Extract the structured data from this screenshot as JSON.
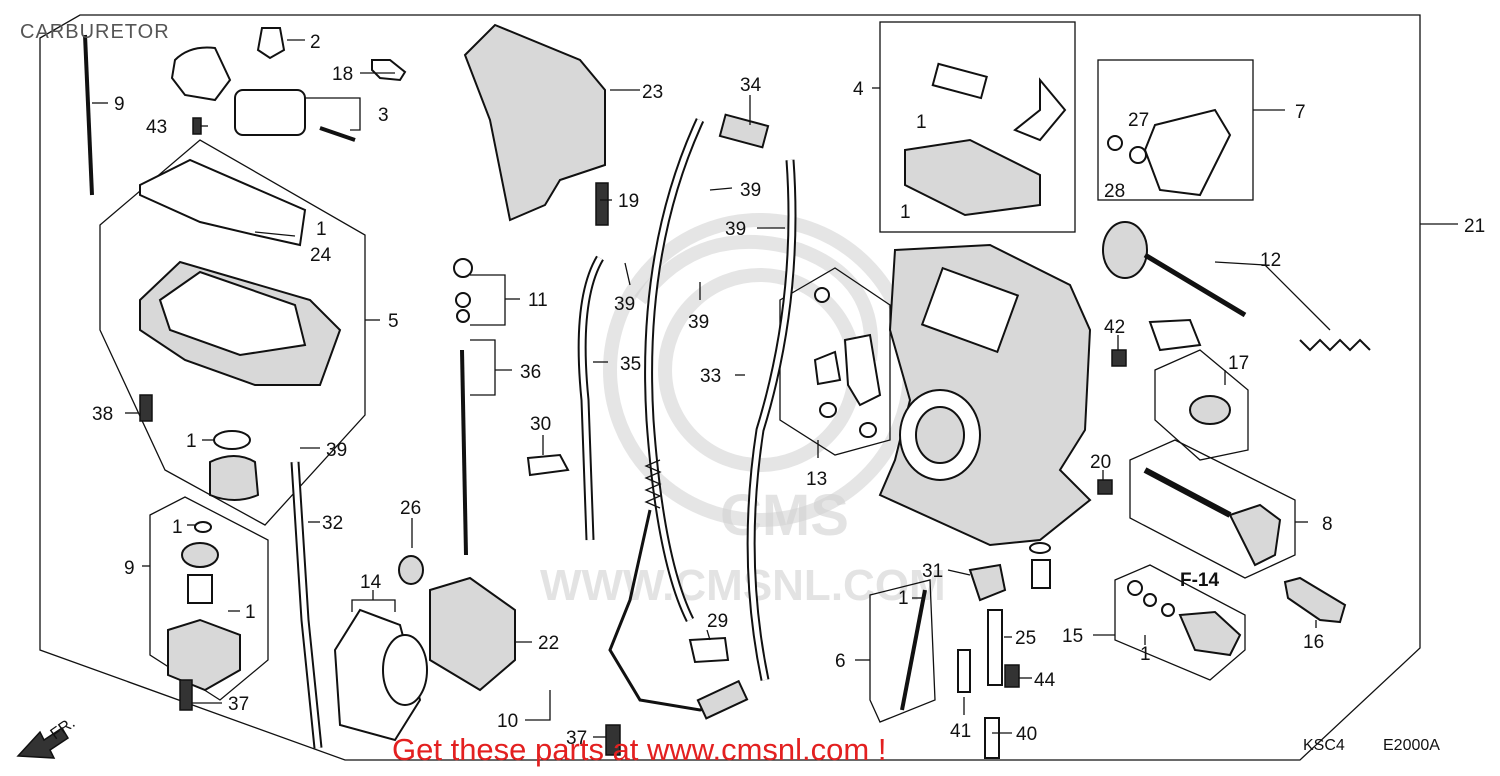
{
  "title": "CARBURETOR",
  "watermark": "WWW.CMSNL.COM",
  "banner": "Get these parts at www.cmsnl.com !",
  "fig_ref": "F-14",
  "fr_marker": "FR.",
  "catalog_ref": "KSC4",
  "diagram_code": "E2000A",
  "colors": {
    "banner": "#e32020",
    "line": "#111111",
    "watermark": "#cfcfcf"
  },
  "callouts": [
    {
      "id": "c-2",
      "text": "2"
    },
    {
      "id": "c-9a",
      "text": "9"
    },
    {
      "id": "c-18",
      "text": "18"
    },
    {
      "id": "c-23",
      "text": "23"
    },
    {
      "id": "c-34",
      "text": "34"
    },
    {
      "id": "c-4",
      "text": "4"
    },
    {
      "id": "c-7",
      "text": "7"
    },
    {
      "id": "c-3",
      "text": "3"
    },
    {
      "id": "c-43",
      "text": "43"
    },
    {
      "id": "c-27",
      "text": "27"
    },
    {
      "id": "c-28",
      "text": "28"
    },
    {
      "id": "c-1a",
      "text": "1"
    },
    {
      "id": "c-1b",
      "text": "1"
    },
    {
      "id": "c-21",
      "text": "21"
    },
    {
      "id": "c-39a",
      "text": "39"
    },
    {
      "id": "c-19",
      "text": "19"
    },
    {
      "id": "c-39b",
      "text": "39"
    },
    {
      "id": "c-1c",
      "text": "1"
    },
    {
      "id": "c-24",
      "text": "24"
    },
    {
      "id": "c-12",
      "text": "12"
    },
    {
      "id": "c-11",
      "text": "11"
    },
    {
      "id": "c-39c",
      "text": "39"
    },
    {
      "id": "c-39d",
      "text": "39"
    },
    {
      "id": "c-5",
      "text": "5"
    },
    {
      "id": "c-42",
      "text": "42"
    },
    {
      "id": "c-36",
      "text": "36"
    },
    {
      "id": "c-35",
      "text": "35"
    },
    {
      "id": "c-33",
      "text": "33"
    },
    {
      "id": "c-17",
      "text": "17"
    },
    {
      "id": "c-38",
      "text": "38"
    },
    {
      "id": "c-30",
      "text": "30"
    },
    {
      "id": "c-1d",
      "text": "1"
    },
    {
      "id": "c-39e",
      "text": "39"
    },
    {
      "id": "c-13",
      "text": "13"
    },
    {
      "id": "c-20",
      "text": "20"
    },
    {
      "id": "c-26",
      "text": "26"
    },
    {
      "id": "c-1e",
      "text": "1"
    },
    {
      "id": "c-32",
      "text": "32"
    },
    {
      "id": "c-8",
      "text": "8"
    },
    {
      "id": "c-9b",
      "text": "9"
    },
    {
      "id": "c-31",
      "text": "31"
    },
    {
      "id": "c-14",
      "text": "14"
    },
    {
      "id": "c-1f",
      "text": "1"
    },
    {
      "id": "c-1g",
      "text": "1"
    },
    {
      "id": "c-29",
      "text": "29"
    },
    {
      "id": "c-22",
      "text": "22"
    },
    {
      "id": "c-25",
      "text": "25"
    },
    {
      "id": "c-15",
      "text": "15"
    },
    {
      "id": "c-16",
      "text": "16"
    },
    {
      "id": "c-1h",
      "text": "1"
    },
    {
      "id": "c-6",
      "text": "6"
    },
    {
      "id": "c-44",
      "text": "44"
    },
    {
      "id": "c-37a",
      "text": "37"
    },
    {
      "id": "c-10",
      "text": "10"
    },
    {
      "id": "c-41",
      "text": "41"
    },
    {
      "id": "c-40",
      "text": "40"
    },
    {
      "id": "c-37b",
      "text": "37"
    }
  ]
}
